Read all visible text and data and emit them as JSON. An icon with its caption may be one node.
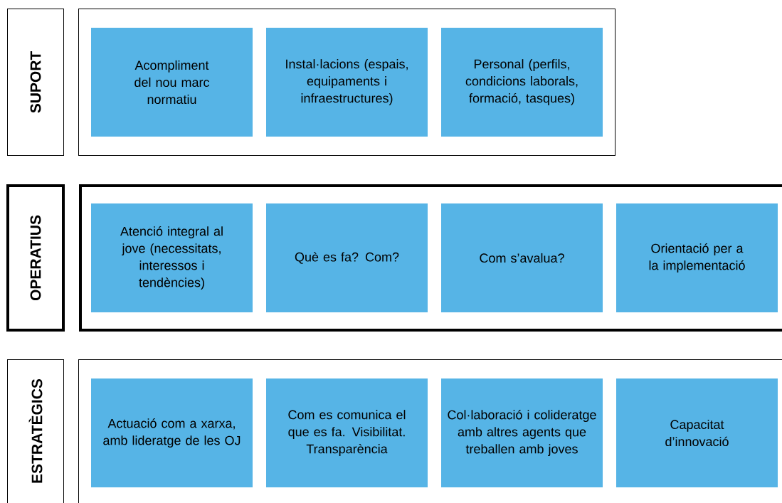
{
  "diagram": {
    "nodes": [
      {
        "text": [
          "SUPORT"
        ]
      },
      {
        "text": [],
        "shape": "box"
      },
      {
        "text": [
          "Acompliment del nou marc normatiu"
        ],
        "in": 1
      },
      {
        "text": [
          "Instal·lacions (espais, equipaments i infraestructures)"
        ],
        "in": 1
      },
      {
        "text": [
          "Personal (perfils, condicions laborals, formació, tasques)"
        ],
        "in": 1
      },
      {
        "text": [
          "OPERATIUS"
        ]
      },
      {
        "text": [],
        "shape": "box"
      },
      {
        "text": [
          "Atenció integral al jove (necessitats, interessos i tendències)"
        ],
        "in": 6
      },
      {
        "text": [
          "Què es fa? Com?"
        ],
        "in": 6
      },
      {
        "text": [
          "Com s’avalua?"
        ],
        "in": 6
      },
      {
        "text": [
          "Orientació per a la implementació"
        ],
        "in": 6
      },
      {
        "text": [
          "ESTRATÈGICS"
        ]
      },
      {
        "text": [],
        "shape": "box"
      },
      {
        "text": [
          "Actuació com a xarxa, amb lideratge de les OJ"
        ],
        "in": 12
      },
      {
        "text": [
          "Com es comunica el que es fa. Visibilitat. Transparència"
        ],
        "in": 12
      },
      {
        "text": [
          "Col·laboració i colideratge amb altres agents que treballen amb joves"
        ],
        "in": 12
      },
      {
        "text": [
          "Capacitat d’innovació"
        ],
        "in": 12
      }
    ]
  }
}
